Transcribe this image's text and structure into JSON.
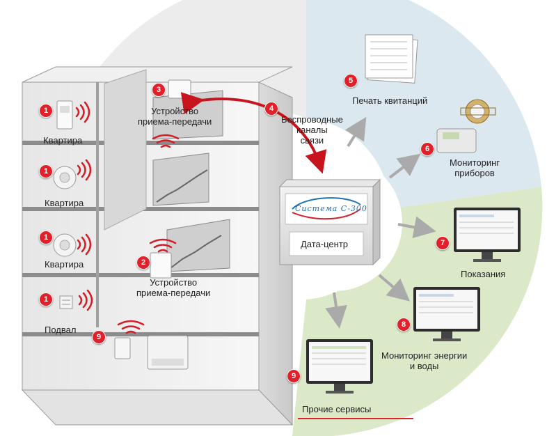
{
  "colors": {
    "accent_red": "#e2202a",
    "ring_blue": "#dce8f0",
    "ring_green": "#dbe9c9",
    "ring_gray": "#ececec"
  },
  "building": {
    "labels": {
      "apt1": "Квартира",
      "apt2": "Квартира",
      "apt3": "Квартира",
      "basement": "Подвал"
    },
    "badges": {
      "apt1": "1",
      "apt2": "1",
      "apt3": "1",
      "basement": "1",
      "other": "9"
    }
  },
  "devices": {
    "transceiver_top": {
      "badge": "3",
      "label_line1": "Устройство",
      "label_line2": "приема-передачи"
    },
    "transceiver_mid": {
      "badge": "2",
      "label_line1": "Устройство",
      "label_line2": "приема-передачи"
    }
  },
  "wireless": {
    "badge": "4",
    "line1": "Беспроводные",
    "line2": "каналы",
    "line3": "связи"
  },
  "datacenter": {
    "logo_text": "Система С-300",
    "label": "Дата-центр"
  },
  "services": {
    "print": {
      "badge": "5",
      "label": "Печать квитанций"
    },
    "monitoring_devices": {
      "badge": "6",
      "line1": "Мониторинг",
      "line2": "приборов"
    },
    "readings": {
      "badge": "7",
      "label": "Показания"
    },
    "energy": {
      "badge": "8",
      "line1": "Мониторинг энергии",
      "line2": "и воды"
    },
    "other": {
      "badge": "9",
      "label": "Прочие сервисы"
    }
  }
}
